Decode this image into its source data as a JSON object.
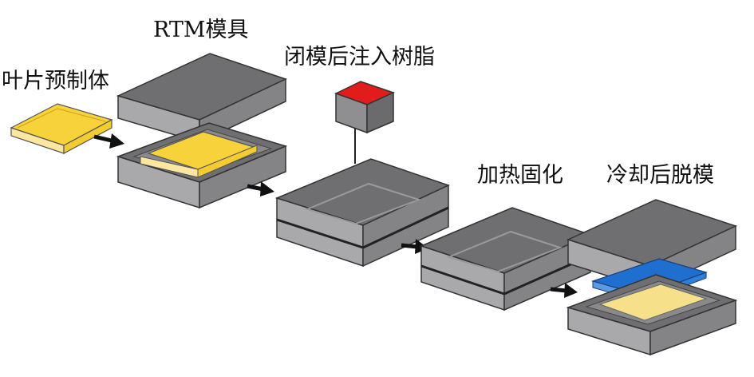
{
  "labels": {
    "preform": "叶片预制体",
    "mold": "RTM模具",
    "inject": "闭模后注入树脂",
    "heat": "加热固化",
    "demold": "冷却后脱模"
  },
  "colors": {
    "mold_top": "#6f6f71",
    "mold_front": "#a9a9ab",
    "mold_side": "#848487",
    "preform_top": "#f7d23a",
    "preform_light": "#fbe79a",
    "resin_injector": "#e21b1b",
    "cured_part": "#1f6fd0",
    "arrow": "#111111"
  },
  "icons": [
    "arrow-icon",
    "injector-cube-icon"
  ]
}
